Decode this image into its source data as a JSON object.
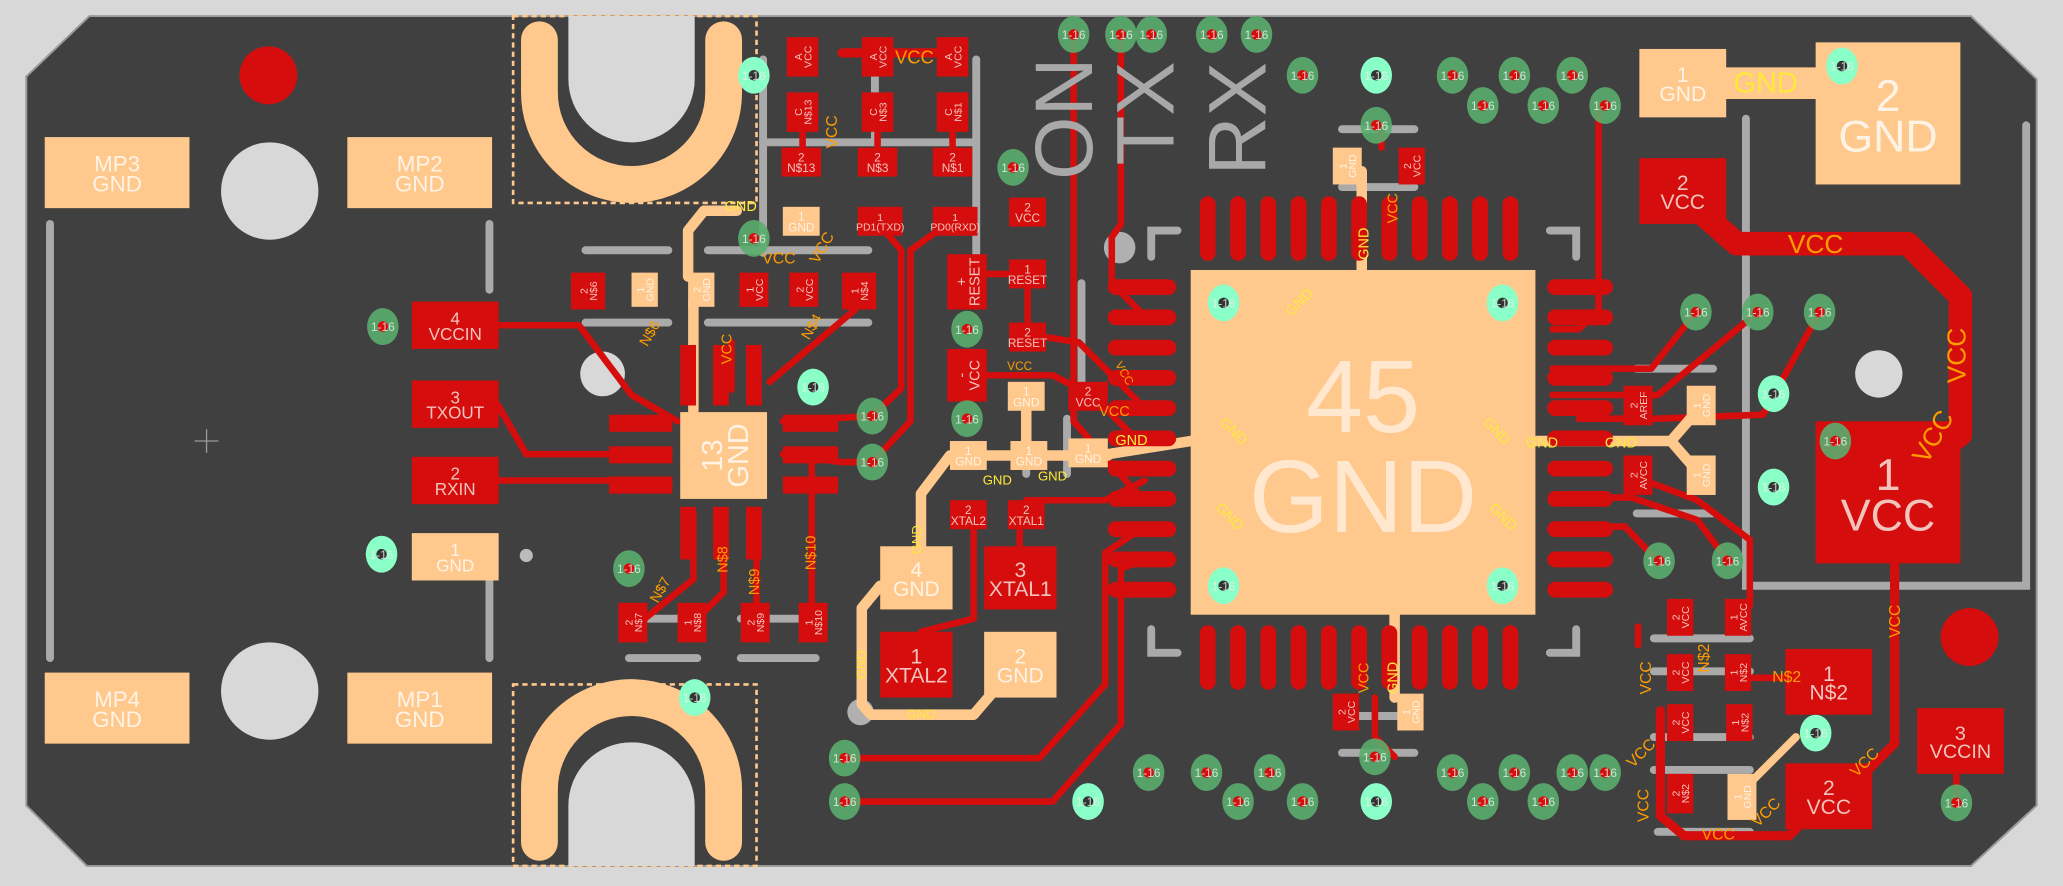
{
  "colors": {
    "board": "#404040",
    "background": "#d8d8d8",
    "copper": "#d60d0d",
    "pad_gnd": "#ffc88c",
    "via": "#5aad6e",
    "via_top": "#8affc8",
    "silk": "#aaaaaa",
    "net_vcc": "#ff9d00",
    "net_gnd": "#ffea3a"
  },
  "via_label": "1-16",
  "silkscreen": {
    "on": "ON",
    "tx": "TX",
    "rx": "RX"
  },
  "pads": {
    "mp3": {
      "pin": "MP3",
      "net": "GND"
    },
    "mp2": {
      "pin": "MP2",
      "net": "GND"
    },
    "mp4": {
      "pin": "MP4",
      "net": "GND"
    },
    "mp1": {
      "pin": "MP1",
      "net": "GND"
    },
    "j_vccin": {
      "pin": "4",
      "net": "VCCIN"
    },
    "j_txout": {
      "pin": "3",
      "net": "TXOUT"
    },
    "j_rxin": {
      "pin": "2",
      "net": "RXIN"
    },
    "j_gnd": {
      "pin": "1",
      "net": "GND"
    },
    "d1_a": {
      "pin": "A",
      "net": "VCC"
    },
    "d2_a": {
      "pin": "A",
      "net": "VCC"
    },
    "d3_a": {
      "pin": "A",
      "net": "VCC"
    },
    "d1_c": {
      "pin": "C",
      "net": "N$13"
    },
    "d2_c": {
      "pin": "C",
      "net": "N$3"
    },
    "d3_c": {
      "pin": "C",
      "net": "N$1"
    },
    "r1_2": {
      "pin": "2",
      "net": "N$13"
    },
    "r2_2": {
      "pin": "2",
      "net": "N$3"
    },
    "r3_2": {
      "pin": "2",
      "net": "N$1"
    },
    "r1_1": {
      "pin": "1",
      "net": "GND"
    },
    "r2_1": {
      "pin": "1",
      "net": "PD1(TXD)"
    },
    "r3_1": {
      "pin": "1",
      "net": "PD0(RXD)"
    },
    "c_vcc": {
      "pin": "2",
      "net": "VCC"
    },
    "sw_r1": {
      "pin": "1",
      "net": "RESET"
    },
    "sw_r2": {
      "pin": "2",
      "net": "RESET"
    },
    "c1_p": {
      "pin": "+",
      "net": "RESET"
    },
    "c1_m": {
      "pin": "-",
      "net": "VCC"
    },
    "cg1": {
      "pin": "1",
      "net": "GND"
    },
    "cv2": {
      "pin": "2",
      "net": "VCC"
    },
    "r6": {
      "pin": "2",
      "net": "N$6"
    },
    "cga": {
      "pin": "1",
      "net": "GND"
    },
    "cgb": {
      "pin": "2",
      "net": "GND"
    },
    "cv1": {
      "pin": "1",
      "net": "VCC"
    },
    "cv1b": {
      "pin": "2",
      "net": "VCC"
    },
    "r4": {
      "pin": "1",
      "net": "N$4"
    },
    "u2": {
      "pin": "13",
      "net": "GND"
    },
    "r7": {
      "pin": "2",
      "net": "N$7"
    },
    "r8": {
      "pin": "1",
      "net": "N$8"
    },
    "r9": {
      "pin": "2",
      "net": "N$9"
    },
    "r10": {
      "pin": "1",
      "net": "N$10"
    },
    "y4": {
      "pin": "4",
      "net": "GND"
    },
    "y3": {
      "pin": "3",
      "net": "XTAL1"
    },
    "y1": {
      "pin": "1",
      "net": "XTAL2"
    },
    "y2": {
      "pin": "2",
      "net": "GND"
    },
    "cx2": {
      "pin": "2",
      "net": "XTAL2"
    },
    "cx1": {
      "pin": "2",
      "net": "XTAL1"
    },
    "cg2": {
      "pin": "1",
      "net": "GND"
    },
    "cg3": {
      "pin": "1",
      "net": "GND"
    },
    "cg4": {
      "pin": "1",
      "net": "GND"
    },
    "u1": {
      "pin": "45",
      "net": "GND"
    },
    "cg5": {
      "pin": "1",
      "net": "GND"
    },
    "cv5": {
      "pin": "2",
      "net": "VCC"
    },
    "caref": {
      "pin": "2",
      "net": "AREF"
    },
    "cg6": {
      "pin": "1",
      "net": "GND"
    },
    "cavcc": {
      "pin": "2",
      "net": "AVCC"
    },
    "cg7": {
      "pin": "1",
      "net": "GND"
    },
    "p_g1": {
      "pin": "1",
      "net": "GND"
    },
    "p_g2": {
      "pin": "2",
      "net": "GND"
    },
    "p_v2": {
      "pin": "2",
      "net": "VCC"
    },
    "p_v1": {
      "pin": "1",
      "net": "VCC"
    },
    "c8a": {
      "pin": "2",
      "net": "VCC"
    },
    "c8b": {
      "pin": "1",
      "net": "AVCC"
    },
    "c9a": {
      "pin": "2",
      "net": "VCC"
    },
    "c9b": {
      "pin": "1",
      "net": "N$2"
    },
    "c10a": {
      "pin": "2",
      "net": "VCC"
    },
    "c10b": {
      "pin": "1",
      "net": "N$2"
    },
    "c11a": {
      "pin": "2",
      "net": "N$2"
    },
    "c11b": {
      "pin": "1",
      "net": "GND"
    },
    "d_n2": {
      "pin": "1",
      "net": "N$2"
    },
    "d_vcc": {
      "pin": "2",
      "net": "VCC"
    },
    "d_vccin": {
      "pin": "3",
      "net": "VCCIN"
    },
    "cv6": {
      "pin": "2",
      "net": "VCC"
    },
    "cg8": {
      "pin": "1",
      "net": "GND"
    }
  },
  "net_labels": [
    "VCC",
    "GND",
    "VCC",
    "VCC",
    "VCC",
    "VCC",
    "GND",
    "VCC",
    "VCC",
    "N$6",
    "N$4",
    "VCC",
    "N$7",
    "N$8",
    "N$9",
    "N$10",
    "GND",
    "GND",
    "GND",
    "GND",
    "GND",
    "GND",
    "GND",
    "VCC",
    "GND",
    "VCC",
    "GND",
    "VCC",
    "GND",
    "GND",
    "GND",
    "VCC",
    "VCC",
    "GND",
    "GND",
    "GND",
    "N$2",
    "VCC",
    "VCC",
    "VCC",
    "VCC",
    "VCC",
    "N$2",
    "VCC",
    "VCC"
  ]
}
